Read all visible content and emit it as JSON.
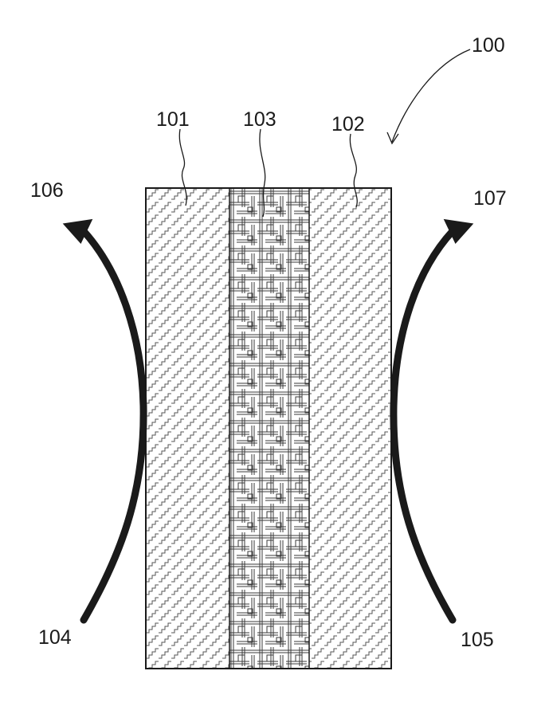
{
  "labels": {
    "assembly": "100",
    "layer_left": "101",
    "layer_right": "102",
    "layer_center": "103",
    "flow_in_left": "104",
    "flow_in_right": "105",
    "flow_out_left": "106",
    "flow_out_right": "107"
  },
  "colors": {
    "ink": "#1a1a1a",
    "hatch": "#555555",
    "mesh": "#3a3a3a",
    "background": "#ffffff"
  }
}
